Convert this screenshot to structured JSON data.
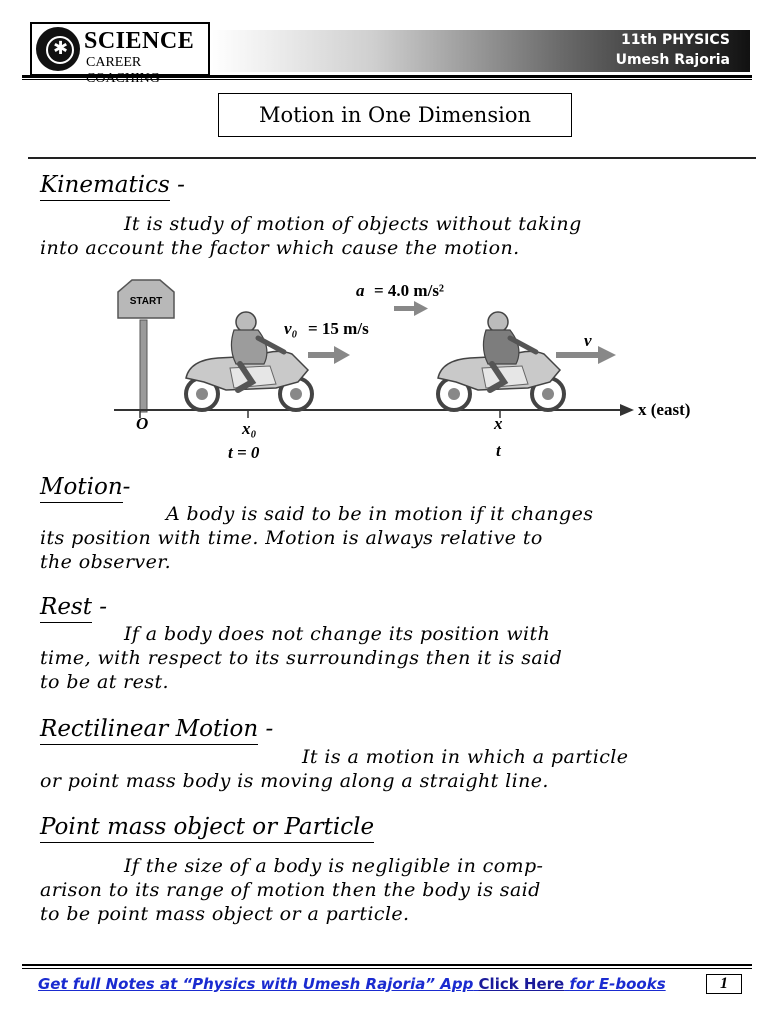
{
  "header": {
    "logo_name": "SCIENCE",
    "logo_sub": "CAREER COACHING",
    "class_label": "11th PHYSICS",
    "author": "Umesh Rajoria"
  },
  "title": "Motion in One Dimension",
  "sections": {
    "kinematics": {
      "heading": "Kinematics",
      "dash": "-",
      "line1": "It is study of motion of objects without taking",
      "line2": "into account the factor which cause the motion."
    },
    "motion": {
      "heading": "Motion",
      "dash": "-",
      "line1": "A body is said to be in motion if it changes",
      "line2": "its position with time. Motion is always relative to",
      "line3": "the observer."
    },
    "rest": {
      "heading": "Rest",
      "dash": "-",
      "line1": "If a body does not change its position with",
      "line2": "time, with respect to its surroundings then it is said",
      "line3": "to be at rest."
    },
    "rectilinear": {
      "heading": "Rectilinear Motion",
      "dash": "-",
      "line1": "It is a motion in which a particle",
      "line2": "or point mass body is moving along a straight line."
    },
    "point_mass": {
      "heading": "Point mass object or Particle",
      "line1": "If the size of a body is negligible in comp-",
      "line2": "arison to its range of motion then the body is said",
      "line3": "to be point mass object or a particle."
    }
  },
  "figure": {
    "sign": "START",
    "accel_label": "a",
    "accel_value": "= 4.0 m/s²",
    "v0_label": "v₀",
    "v0_value": "= 15 m/s",
    "v_label": "v",
    "origin": "O",
    "x0": "x₀",
    "t0": "t = 0",
    "x": "x",
    "t": "t",
    "axis_label": "x (east)"
  },
  "footer": {
    "text": "Get full Notes at “Physics with Umesh Rajoria” App",
    "click": "Click Here",
    "suffix": "for E-books",
    "page": "1"
  }
}
